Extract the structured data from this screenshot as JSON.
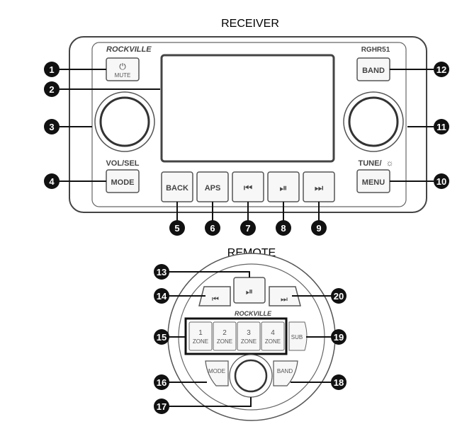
{
  "headings": {
    "receiver": "RECEIVER",
    "remote": "REMOTE"
  },
  "receiver": {
    "brand": "ROCKVILLE",
    "model": "RGHR51",
    "mute_symbol": "⏻",
    "mute_label": "MUTE",
    "band_label": "BAND",
    "vol_sel_label": "VOL/SEL",
    "mode_label": "MODE",
    "back_label": "BACK",
    "aps_label": "APS",
    "prev_symbol": "⏮",
    "playpause_symbol": "⏯",
    "next_symbol": "⏭",
    "tune_label": "TUNE/",
    "tune_icon": "☼",
    "menu_label": "MENU"
  },
  "remote": {
    "brand": "ROCKVILLE",
    "playpause_symbol": "⏯",
    "prev_symbol": "⏮",
    "next_symbol": "⏭",
    "zones": [
      {
        "num": "1",
        "label": "ZONE"
      },
      {
        "num": "2",
        "label": "ZONE"
      },
      {
        "num": "3",
        "label": "ZONE"
      },
      {
        "num": "4",
        "label": "ZONE"
      }
    ],
    "sub_label": "SUB",
    "mode_label": "MODE",
    "band_label": "BAND"
  },
  "callouts": [
    "1",
    "2",
    "3",
    "4",
    "5",
    "6",
    "7",
    "8",
    "9",
    "10",
    "11",
    "12",
    "13",
    "14",
    "15",
    "16",
    "17",
    "18",
    "19",
    "20"
  ],
  "colors": {
    "outline": "#555555",
    "badge": "#111111",
    "button_fill": "#f7f7f7"
  }
}
